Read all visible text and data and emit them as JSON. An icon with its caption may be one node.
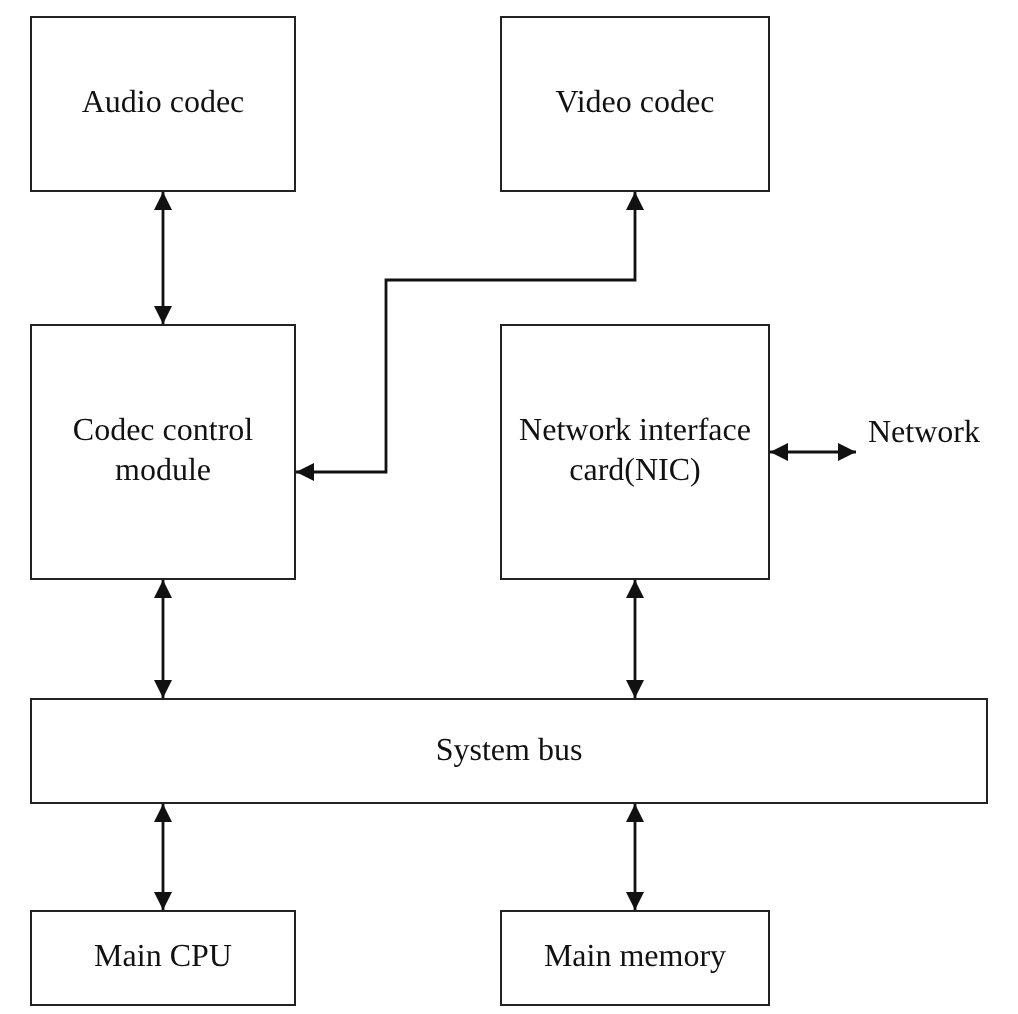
{
  "diagram": {
    "nodes": [
      {
        "text": [
          "Audio codec"
        ]
      },
      {
        "text": [
          "Video codec"
        ]
      },
      {
        "text": [
          "Codec control module"
        ]
      },
      {
        "text": [
          "Network interface card(NIC)"
        ]
      },
      {
        "text": [
          "Network"
        ]
      },
      {
        "text": [
          "System bus"
        ]
      },
      {
        "text": [
          "Main CPU"
        ]
      },
      {
        "text": [
          "Main memory"
        ]
      }
    ],
    "edges": [
      {
        "from": 0,
        "to": 2,
        "arrow": "both"
      },
      {
        "from": 2,
        "to": 1,
        "arrow": "both"
      },
      {
        "from": 3,
        "to": 4,
        "arrow": "both"
      },
      {
        "from": 2,
        "to": 5,
        "arrow": "both"
      },
      {
        "from": 3,
        "to": 5,
        "arrow": "both"
      },
      {
        "from": 5,
        "to": 6,
        "arrow": "both"
      },
      {
        "from": 5,
        "to": 7,
        "arrow": "both"
      }
    ]
  }
}
